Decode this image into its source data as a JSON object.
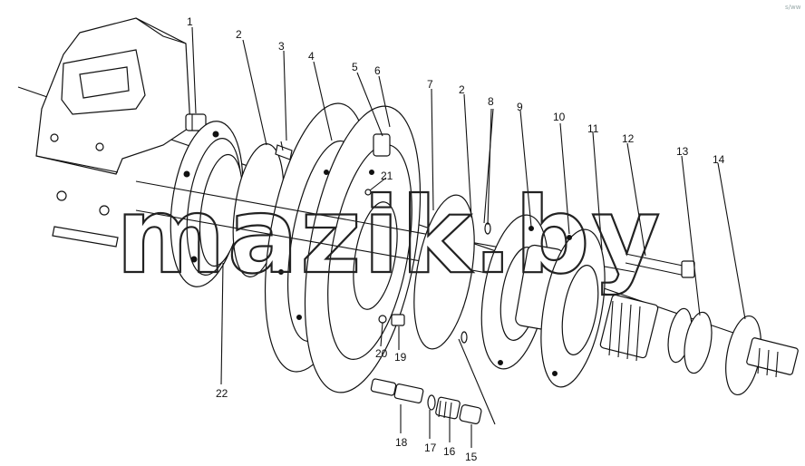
{
  "diagram": {
    "callouts": [
      {
        "id": "c1",
        "label": "1"
      },
      {
        "id": "c2a",
        "label": "2"
      },
      {
        "id": "c3",
        "label": "3"
      },
      {
        "id": "c4",
        "label": "4"
      },
      {
        "id": "c5",
        "label": "5"
      },
      {
        "id": "c6",
        "label": "6"
      },
      {
        "id": "c7",
        "label": "7"
      },
      {
        "id": "c2b",
        "label": "2"
      },
      {
        "id": "c8",
        "label": "8"
      },
      {
        "id": "c9",
        "label": "9"
      },
      {
        "id": "c10",
        "label": "10"
      },
      {
        "id": "c11",
        "label": "11"
      },
      {
        "id": "c12",
        "label": "12"
      },
      {
        "id": "c13",
        "label": "13"
      },
      {
        "id": "c14",
        "label": "14"
      },
      {
        "id": "c21",
        "label": "21"
      },
      {
        "id": "c20",
        "label": "20"
      },
      {
        "id": "c19",
        "label": "19"
      },
      {
        "id": "c22",
        "label": "22"
      },
      {
        "id": "c18",
        "label": "18"
      },
      {
        "id": "c17",
        "label": "17"
      },
      {
        "id": "c16",
        "label": "16"
      },
      {
        "id": "c15",
        "label": "15"
      }
    ],
    "watermark": "mazik.by",
    "corner_mark": "s/ww"
  }
}
